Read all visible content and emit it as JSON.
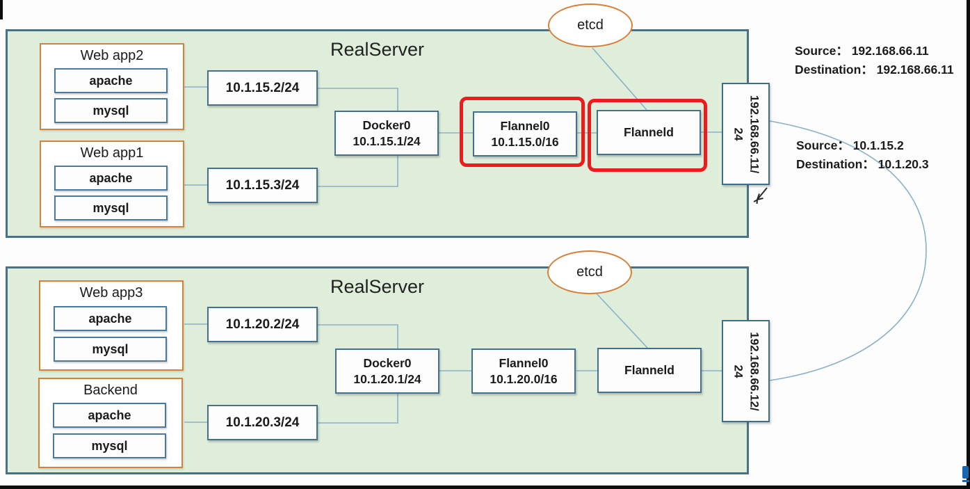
{
  "servers": [
    {
      "title": "RealServer",
      "etcd": "etcd",
      "apps": [
        {
          "title": "Web app2",
          "components": [
            "apache",
            "mysql"
          ],
          "ip": "10.1.15.2/24"
        },
        {
          "title": "Web app1",
          "components": [
            "apache",
            "mysql"
          ],
          "ip": "10.1.15.3/24"
        }
      ],
      "docker": {
        "name": "Docker0",
        "ip": "10.1.15.1/24"
      },
      "flannel0": {
        "name": "Flannel0",
        "ip": "10.1.15.0/16"
      },
      "flanneld": "Flanneld",
      "eth": {
        "line1": "192.168.66.11/",
        "line2": "24"
      }
    },
    {
      "title": "RealServer",
      "etcd": "etcd",
      "apps": [
        {
          "title": "Web app3",
          "components": [
            "apache",
            "mysql"
          ],
          "ip": "10.1.20.2/24"
        },
        {
          "title": "Backend",
          "components": [
            "apache",
            "mysql"
          ],
          "ip": "10.1.20.3/24"
        }
      ],
      "docker": {
        "name": "Docker0",
        "ip": "10.1.20.1/24"
      },
      "flannel0": {
        "name": "Flannel0",
        "ip": "10.1.20.0/16"
      },
      "flanneld": "Flanneld",
      "eth": {
        "line1": "192.168.66.12/",
        "line2": "24"
      }
    }
  ],
  "annotations": {
    "outer_source": "Source： 192.168.66.11",
    "outer_destination": "Destination： 192.168.66.11",
    "inner_source": "Source： 10.1.15.2",
    "inner_destination": "Destination： 10.1.20.3"
  },
  "colors": {
    "server_fill": "#dfeeda",
    "server_border": "#4a7287",
    "box_border": "#42708f",
    "app_border": "#d4813b",
    "connector_line": "#8ab0c8",
    "highlight_red": "#ec1c1c",
    "etcd_border": "#d4813b"
  }
}
